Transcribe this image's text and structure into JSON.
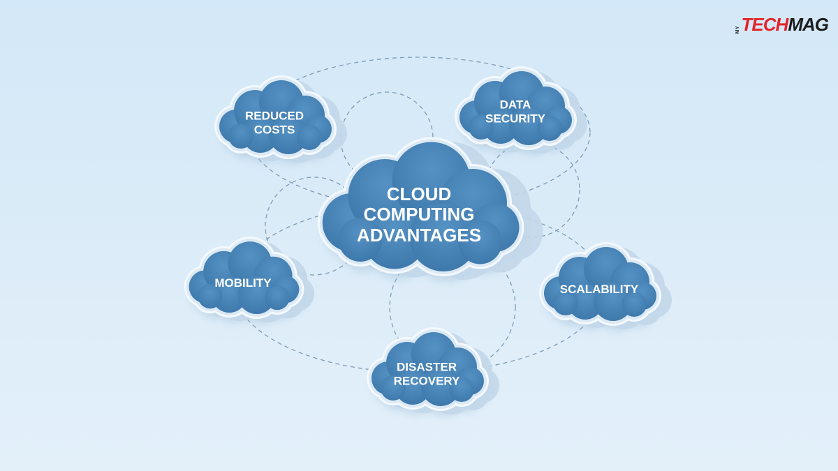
{
  "brand": {
    "prefix": "MY",
    "tech": "TECH",
    "mag": "MAG"
  },
  "colors": {
    "cloud_fill": "#4a86ba",
    "cloud_dark": "#3a73a6",
    "cloud_outline": "#f4f9fd",
    "cloud_halo": "#c3d8ea",
    "connector": "#7d9cb7",
    "brand_red": "#e4242a"
  },
  "diagram": {
    "center": {
      "lines": [
        "CLOUD",
        "COMPUTING",
        "ADVANTAGES"
      ]
    },
    "nodes": [
      {
        "id": "reduced-costs",
        "lines": [
          "REDUCED",
          "COSTS"
        ]
      },
      {
        "id": "data-security",
        "lines": [
          "DATA",
          "SECURITY"
        ]
      },
      {
        "id": "mobility",
        "lines": [
          "MOBILITY"
        ]
      },
      {
        "id": "scalability",
        "lines": [
          "SCALABILITY"
        ]
      },
      {
        "id": "disaster-recovery",
        "lines": [
          "DISASTER",
          "RECOVERY"
        ]
      }
    ]
  }
}
